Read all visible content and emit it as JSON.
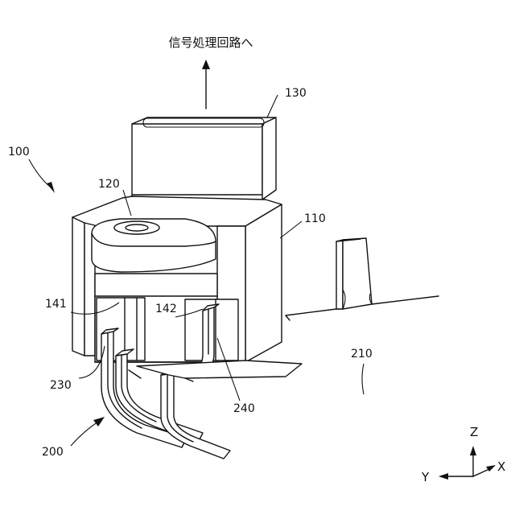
{
  "title": "信号処理回路へ",
  "labels": {
    "l100": "100",
    "l110": "110",
    "l120": "120",
    "l130": "130",
    "l141": "141",
    "l142": "142",
    "l200": "200",
    "l210": "210",
    "l230": "230",
    "l240": "240"
  },
  "axes": {
    "z": "Z",
    "y": "Y",
    "x": "X"
  }
}
